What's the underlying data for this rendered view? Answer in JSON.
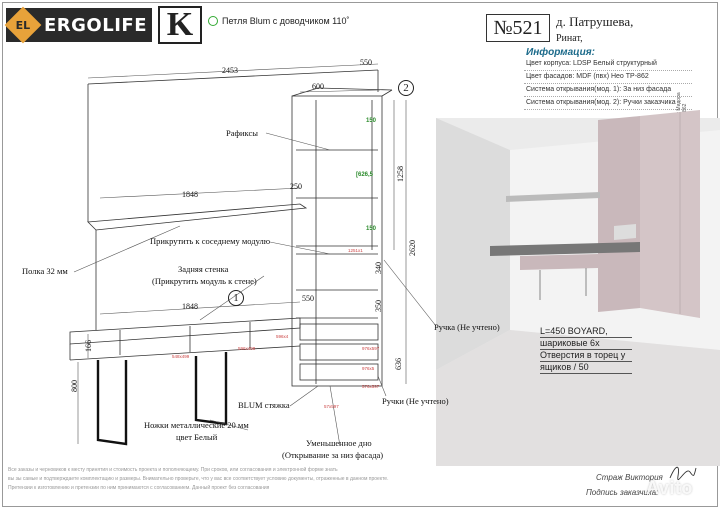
{
  "header": {
    "logo_badge": "EL",
    "logo_text": "ERGOLIFE",
    "k_mark": "K",
    "hinge_note": "Петля Blum с доводчиком 110˚",
    "order_number": "№521",
    "customer_title": "д. Патрушева,",
    "customer_name": "Ринат,"
  },
  "info": {
    "title": "Информация:",
    "lines": [
      "Цвет корпуса: LDSP Белый структурный",
      "Цвет фасадов: MDF (пвх) Нео ТР-862",
      "Система открывания(мод. 1): За низ фасада",
      "Система открывания(мод. 2): Ручки заказчика"
    ],
    "side_label": "Клк Мидора ТР-862"
  },
  "drawing": {
    "module_1": "1",
    "module_2": "2",
    "dims": {
      "total_width": "2453",
      "depth_top": "550",
      "tower_width": "600",
      "shelf_length": "1848",
      "shelf_depth": "250",
      "desk_length": "1848",
      "tower_depth": "550",
      "tower_height": "1258",
      "total_height": "2620",
      "section_a": "340",
      "section_b": "350",
      "drawers": "636",
      "desk_height": "800",
      "desk_top": "166"
    },
    "tags": {
      "g1": "150",
      "g2": "[626,5",
      "g3": "150"
    },
    "red_tags": [
      "1251x1",
      "548x499",
      "596x498",
      "596x4",
      "976x597",
      "976x5",
      "576x597",
      "57x597"
    ],
    "labels": {
      "rafiks": "Рафиксы",
      "attach": "Прикрутить к соседнему модулю",
      "back_wall_1": "Задняя стенка",
      "back_wall_2": "(Прикрутить модуль к стене)",
      "shelf": "Полка 32 мм",
      "blum_tie": "BLUM стяжка",
      "legs_1": "Ножки металлические 20 мм",
      "legs_2": "цвет Белый",
      "bottom_1": "Уменьшенное дно",
      "bottom_2": "(Открывание за низ фасада)",
      "handle_tower": "Ручка (Не учтено)",
      "handles_drawers": "Ручки (Не учтено)"
    }
  },
  "boyard": {
    "line1": "L=450    BOYARD,",
    "line2": "шариковые 6х",
    "line3": "Отверстия в торец у",
    "line4": "ящиков      / 50"
  },
  "footer": {
    "disclaimer_1": "Все заказы и черновиков к месту принятия и стоимость проекта и пополняющему. При сроков, или согласования и электронной форме знать",
    "disclaimer_2": "вы зы самые и подтверждаете комплектацию и размеры. Внимательно проверьте, что у вас все соответствует условию документы, отраженные в данном проекте.",
    "disclaimer_3": "Претензии к изготовлению и претензии по ним принимаются с согласованием. Данный проект без согласования",
    "guard": "Страж Виктория",
    "sign_label": "Подпись заказчика:",
    "watermark": "Avito"
  },
  "colors": {
    "accent": "#1b6a8a",
    "green_tag": "#2a8a2a",
    "red_tag": "#cc4444",
    "facade": "#c9b8bb"
  }
}
